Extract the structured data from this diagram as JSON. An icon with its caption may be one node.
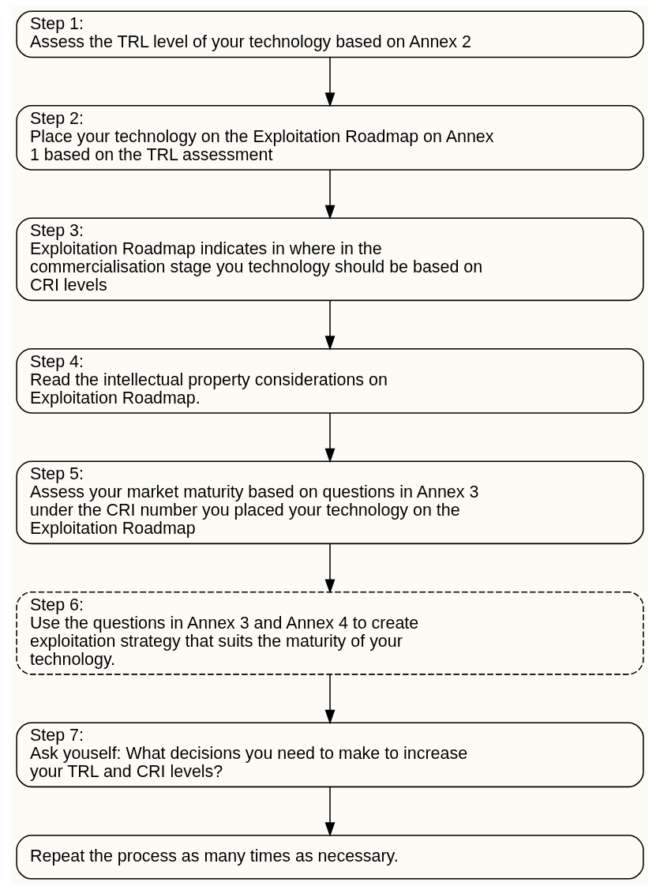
{
  "diagram": {
    "nodes": [
      {
        "text": [
          "Step 1:",
          "Assess the TRL level of your technology based on Annex 2"
        ]
      },
      {
        "text": [
          "Step 2:",
          "Place your technology on the Exploitation Roadmap on Annex 1 based on the TRL assessment"
        ]
      },
      {
        "text": [
          "Step 3:",
          "Exploitation Roadmap indicates in where in the commercialisation stage you technology should be based on CRI levels"
        ]
      },
      {
        "text": [
          "Step 4:",
          "Read the intellectual property considerations on Exploitation Roadmap."
        ]
      },
      {
        "text": [
          "Step 5:",
          "Assess your market maturity based on questions in Annex 3 under the CRI number you placed your technology on the Exploitation Roadmap"
        ]
      },
      {
        "text": [
          "Step 6:",
          "Use the questions in Annex 3 and Annex 4 to create exploitation strategy that suits the maturity of your technology."
        ]
      },
      {
        "text": [
          "Step 7:",
          "Ask youself: What decisions you need to make to increase your TRL and CRI levels?"
        ]
      },
      {
        "text": [
          "Repeat the process as many times as necessary."
        ]
      }
    ],
    "edges": [
      {
        "from": 0,
        "to": 1,
        "arrow": "to"
      },
      {
        "from": 1,
        "to": 2,
        "arrow": "to"
      },
      {
        "from": 2,
        "to": 3,
        "arrow": "to"
      },
      {
        "from": 3,
        "to": 4,
        "arrow": "to"
      },
      {
        "from": 4,
        "to": 5,
        "arrow": "to"
      },
      {
        "from": 5,
        "to": 6,
        "arrow": "to"
      },
      {
        "from": 6,
        "to": 7,
        "arrow": "to"
      }
    ]
  }
}
